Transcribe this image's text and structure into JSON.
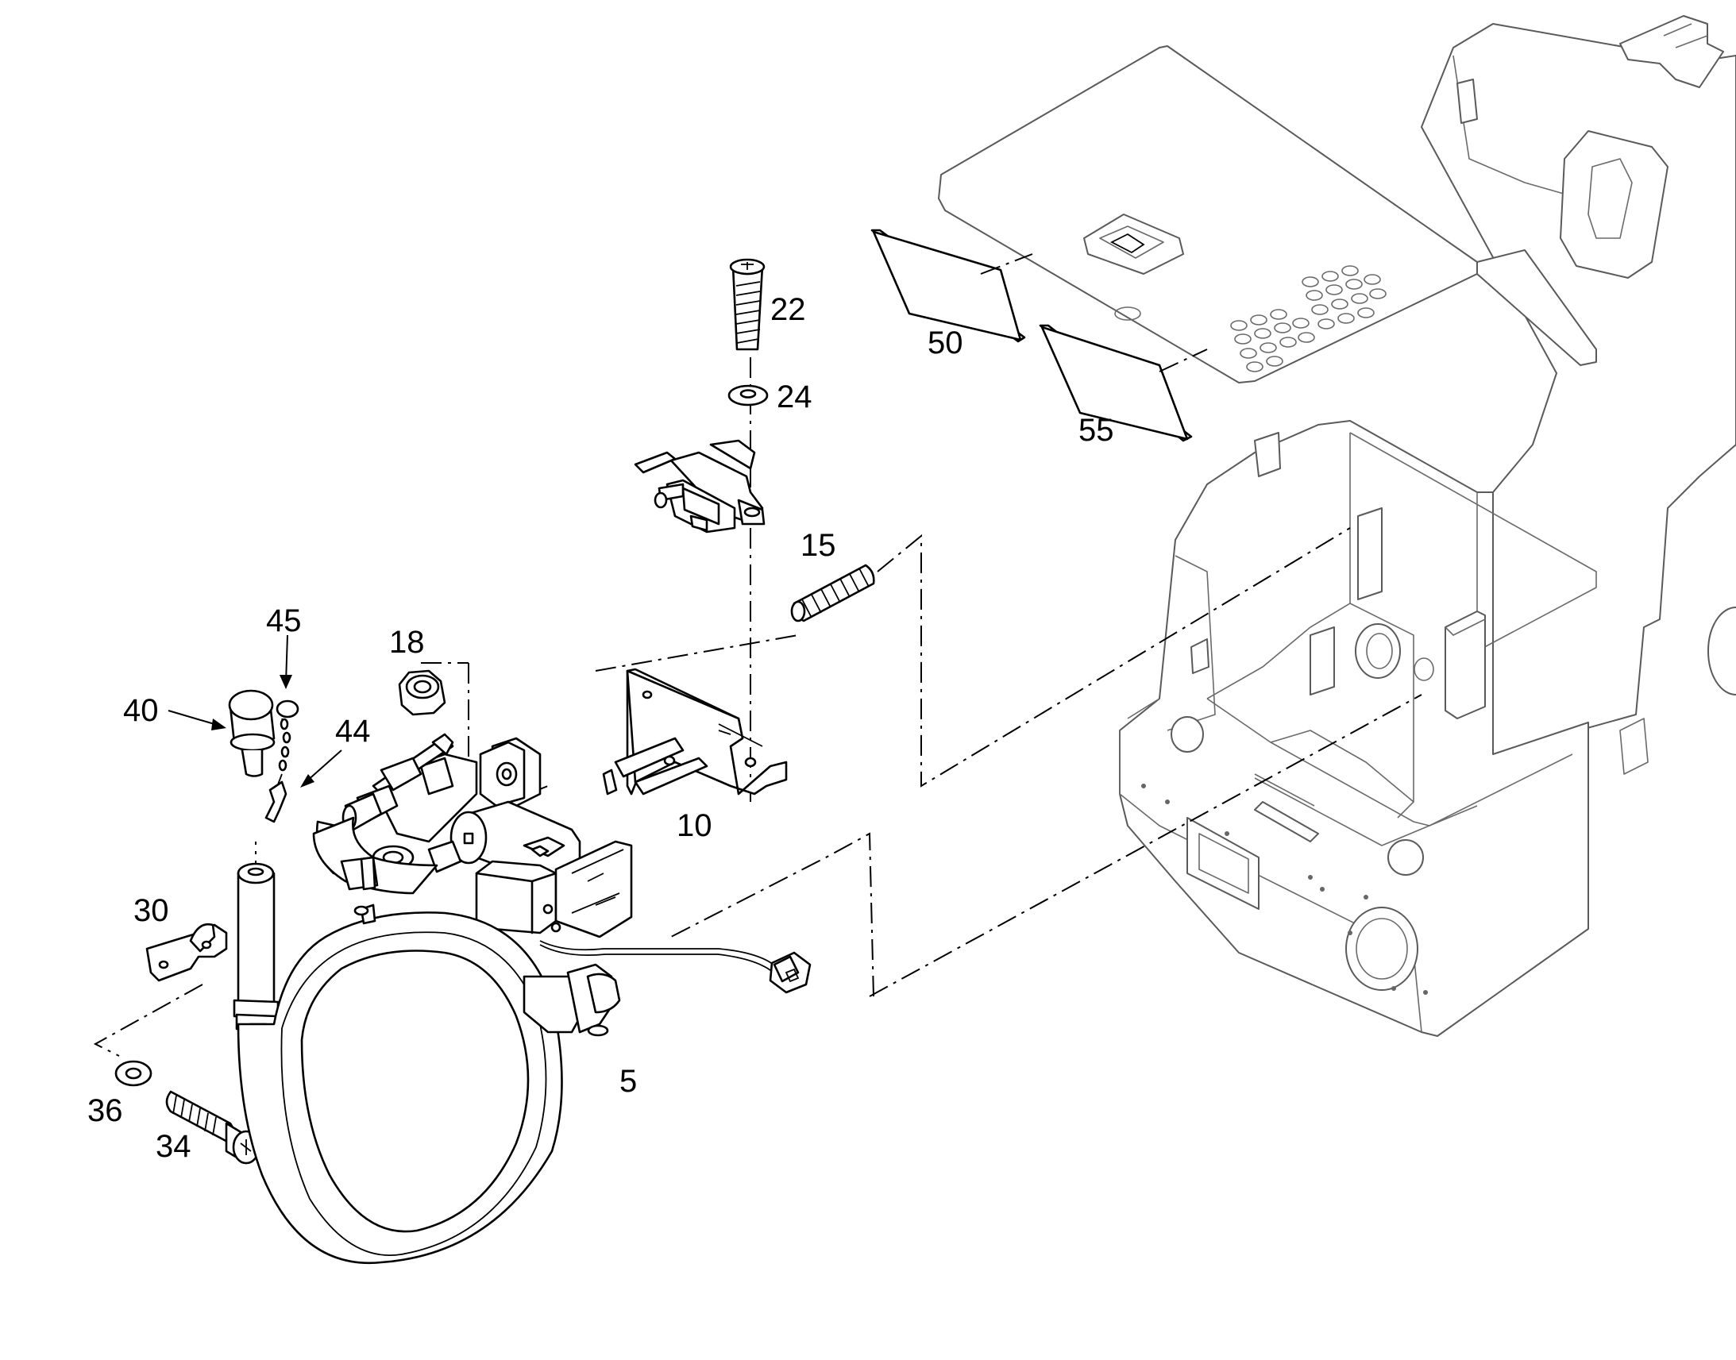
{
  "diagram": {
    "callouts": [
      {
        "id": "22",
        "text": "22"
      },
      {
        "id": "24",
        "text": "24"
      },
      {
        "id": "15",
        "text": "15"
      },
      {
        "id": "45",
        "text": "45"
      },
      {
        "id": "18",
        "text": "18"
      },
      {
        "id": "40",
        "text": "40"
      },
      {
        "id": "44",
        "text": "44"
      },
      {
        "id": "10",
        "text": "10"
      },
      {
        "id": "30",
        "text": "30"
      },
      {
        "id": "5",
        "text": "5"
      },
      {
        "id": "36",
        "text": "36"
      },
      {
        "id": "34",
        "text": "34"
      },
      {
        "id": "50",
        "text": "50"
      },
      {
        "id": "55",
        "text": "55"
      }
    ]
  }
}
